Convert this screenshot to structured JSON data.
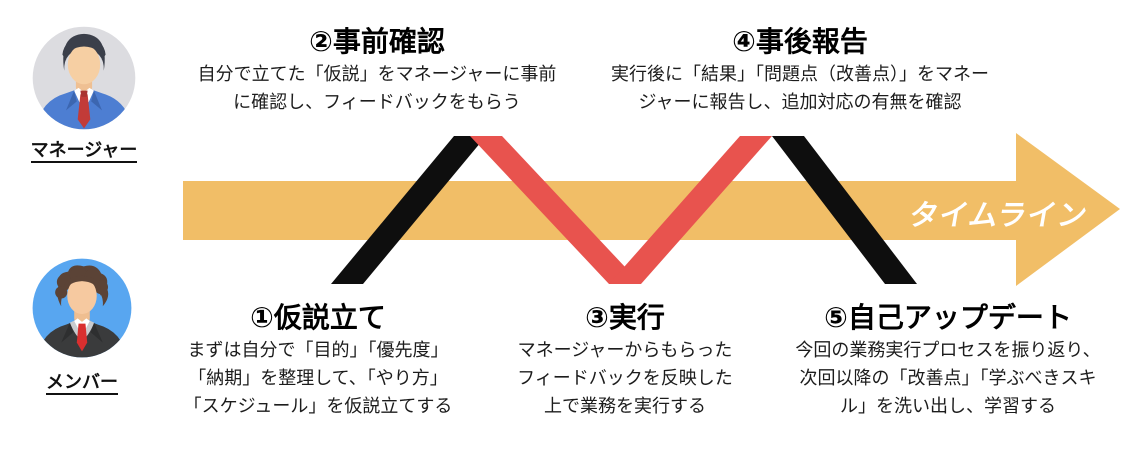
{
  "actors": {
    "manager": {
      "label": "マネージャー"
    },
    "member": {
      "label": "メンバー"
    }
  },
  "timeline": {
    "label": "タイムライン"
  },
  "steps": [
    {
      "title": "①仮説立て",
      "body": "まずは自分で「目的」「優先度」\n「納期」を整理して、「やり方」\n「スケジュール」を仮説立てする",
      "lane": "member"
    },
    {
      "title": "②事前確認",
      "body": "自分で立てた「仮説」をマネージャーに事前\nに確認し、フィードバックをもらう",
      "lane": "manager"
    },
    {
      "title": "③実行",
      "body": "マネージャーからもらった\nフィードバックを反映した\n上で業務を実行する",
      "lane": "member"
    },
    {
      "title": "④事後報告",
      "body": "実行後に「結果」「問題点（改善点）」をマネー\nジャーに報告し、追加対応の有無を確認",
      "lane": "manager"
    },
    {
      "title": "⑤自己アップデート",
      "body": "今回の業務実行プロセスを振り返り、\n次回以降の「改善点」「学ぶべきスキ\nル」を洗い出し、学習する",
      "lane": "member"
    }
  ],
  "colors": {
    "timeline_arrow": "#F1BE67",
    "zigzag_black": "#0E0E0E",
    "zigzag_red": "#E8534E",
    "manager_avatar_bg": "#DCDCE0",
    "member_avatar_bg": "#58A6F0"
  }
}
